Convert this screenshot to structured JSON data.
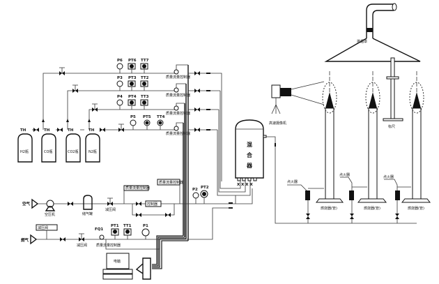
{
  "title": "Gas mixing and combustion test rig schematic",
  "cylinders": [
    {
      "label": "H2瓶",
      "valve": "TH"
    },
    {
      "label": "CO瓶",
      "valve": "TH"
    },
    {
      "label": "CO2瓶",
      "valve": "TH"
    },
    {
      "label": "N2瓶",
      "valve": "TH"
    }
  ],
  "instruments": {
    "row1": [
      "P6",
      "PT6",
      "TT7"
    ],
    "row2": [
      "P3",
      "PT3",
      "TT2"
    ],
    "row3": [
      "P4",
      "PT4",
      "TT3"
    ],
    "row4": [
      "P5",
      "PT5",
      "TT4"
    ],
    "air": [
      "P2",
      "PT2"
    ],
    "fuel": [
      "FQ1",
      "PT1",
      "TT1",
      "P1"
    ]
  },
  "mixer": {
    "chars": [
      "混",
      "合",
      "器"
    ]
  },
  "labels": {
    "mfc": "质量流量控制器",
    "reducer": "减压阀",
    "compressor": "空压机",
    "tank": "储气罐",
    "air": "空气",
    "gas": "燃气",
    "camera": "高速摄像机",
    "ruler": "标尺",
    "hood": "排烟罩",
    "igniter": "点火器",
    "computer": "电脑",
    "burner": "燃烧器(管)",
    "controller": "控制器"
  }
}
